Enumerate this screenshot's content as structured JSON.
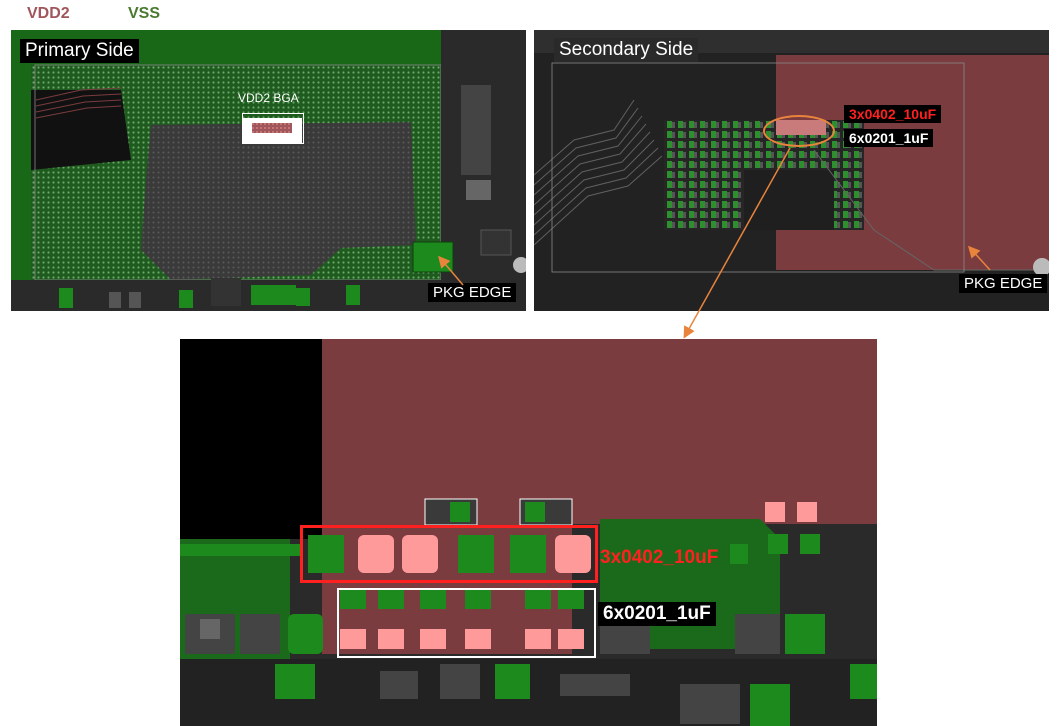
{
  "legend": {
    "vdd2": "VDD2",
    "vss": "VSS"
  },
  "primary": {
    "title": "Primary Side",
    "bga_label": "VDD2 BGA",
    "pkg_edge": "PKG EDGE"
  },
  "secondary": {
    "title": "Secondary Side",
    "cap_10uf": "3x0402_10uF",
    "cap_1uf": "6x0201_1uF",
    "pkg_edge": "PKG EDGE"
  },
  "zoom": {
    "cap_10uf": "3x0402_10uF",
    "cap_1uf": "6x0201_1uF"
  },
  "colors": {
    "vdd2": "#a0565a",
    "vss": "#4a7a2e",
    "plane_vdd2": "#7a3c3f",
    "plane_vss": "#1b6a1b",
    "board": "#2a2a2a",
    "highlight": "#ff2020",
    "callout": "#e8843c"
  }
}
